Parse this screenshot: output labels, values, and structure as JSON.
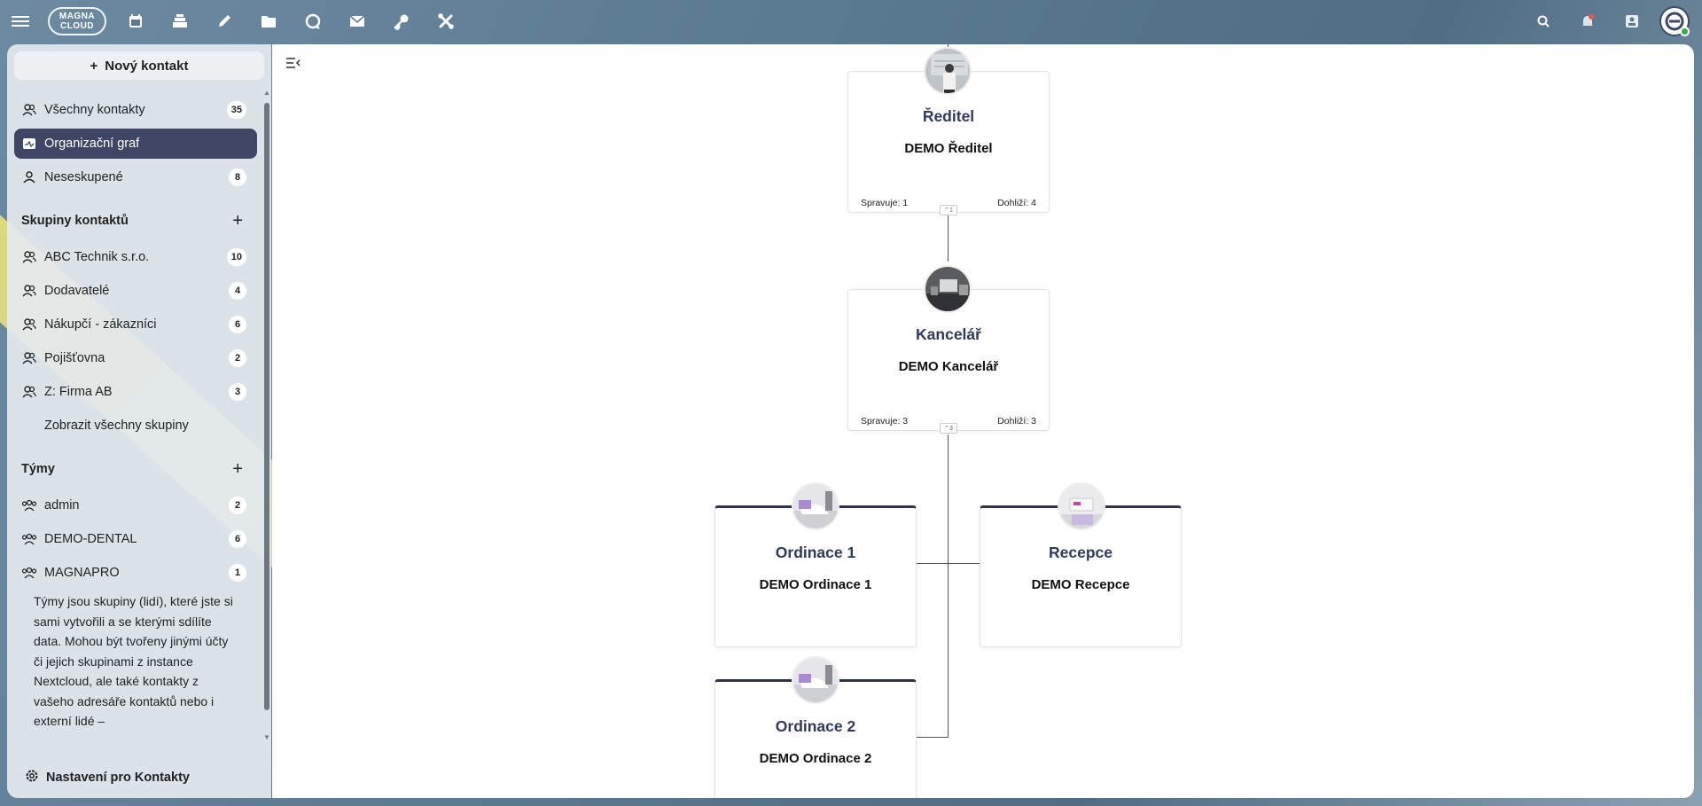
{
  "topbar": {
    "logo_line1": "MAGNA",
    "logo_line2": "CLOUD",
    "icons": [
      "menu-icon",
      "calendar-icon",
      "deck-icon",
      "notes-icon",
      "files-icon",
      "talk-icon",
      "mail-icon",
      "passwords-icon",
      "tools-icon"
    ],
    "right_icons": [
      "search-icon",
      "notifications-icon",
      "contacts-menu-icon",
      "user-avatar"
    ]
  },
  "sidebar": {
    "new_contact": "Nový kontakt",
    "main_items": [
      {
        "label": "Všechny kontakty",
        "count": "35"
      },
      {
        "label": "Organizační graf",
        "count": ""
      },
      {
        "label": "Neseskupené",
        "count": "8"
      }
    ],
    "groups_title": "Skupiny kontaktů",
    "groups": [
      {
        "label": "ABC Technik s.r.o.",
        "count": "10"
      },
      {
        "label": "Dodavatelé",
        "count": "4"
      },
      {
        "label": "Nákupčí - zákazníci",
        "count": "6"
      },
      {
        "label": "Pojišťovna",
        "count": "2"
      },
      {
        "label": "Z: Firma AB",
        "count": "3"
      }
    ],
    "show_all_groups": "Zobrazit všechny skupiny",
    "teams_title": "Týmy",
    "teams": [
      {
        "label": "admin",
        "count": "2"
      },
      {
        "label": "DEMO-DENTAL",
        "count": "6"
      },
      {
        "label": "MAGNAPRO",
        "count": "1"
      }
    ],
    "teams_description": "Týmy jsou skupiny (lidí), které jste si sami vytvořili a se kterými sdílíte data. Mohou být tvořeny jinými účty či jejich skupinami z instance Nextcloud, ale také kontakty z vašeho adresáře kontaktů nebo i externí lidé –",
    "settings": "Nastavení pro Kontakty"
  },
  "org_chart": {
    "nodes": [
      {
        "title": "Ředitel",
        "name": "DEMO Ředitel",
        "manages": "Spravuje: 1",
        "oversees": "Dohliží: 4",
        "expand": "⌃1"
      },
      {
        "title": "Kancelář",
        "name": "DEMO Kancelář",
        "manages": "Spravuje: 3",
        "oversees": "Dohliží: 3",
        "expand": "⌃3"
      },
      {
        "title": "Ordinace 1",
        "name": "DEMO Ordinace 1"
      },
      {
        "title": "Recepce",
        "name": "DEMO Recepce"
      },
      {
        "title": "Ordinace 2",
        "name": "DEMO Ordinace 2"
      }
    ]
  },
  "colors": {
    "active_bg": "#3e4663",
    "title_color": "#2f3a5e",
    "background_blue": "#5a7a92"
  }
}
